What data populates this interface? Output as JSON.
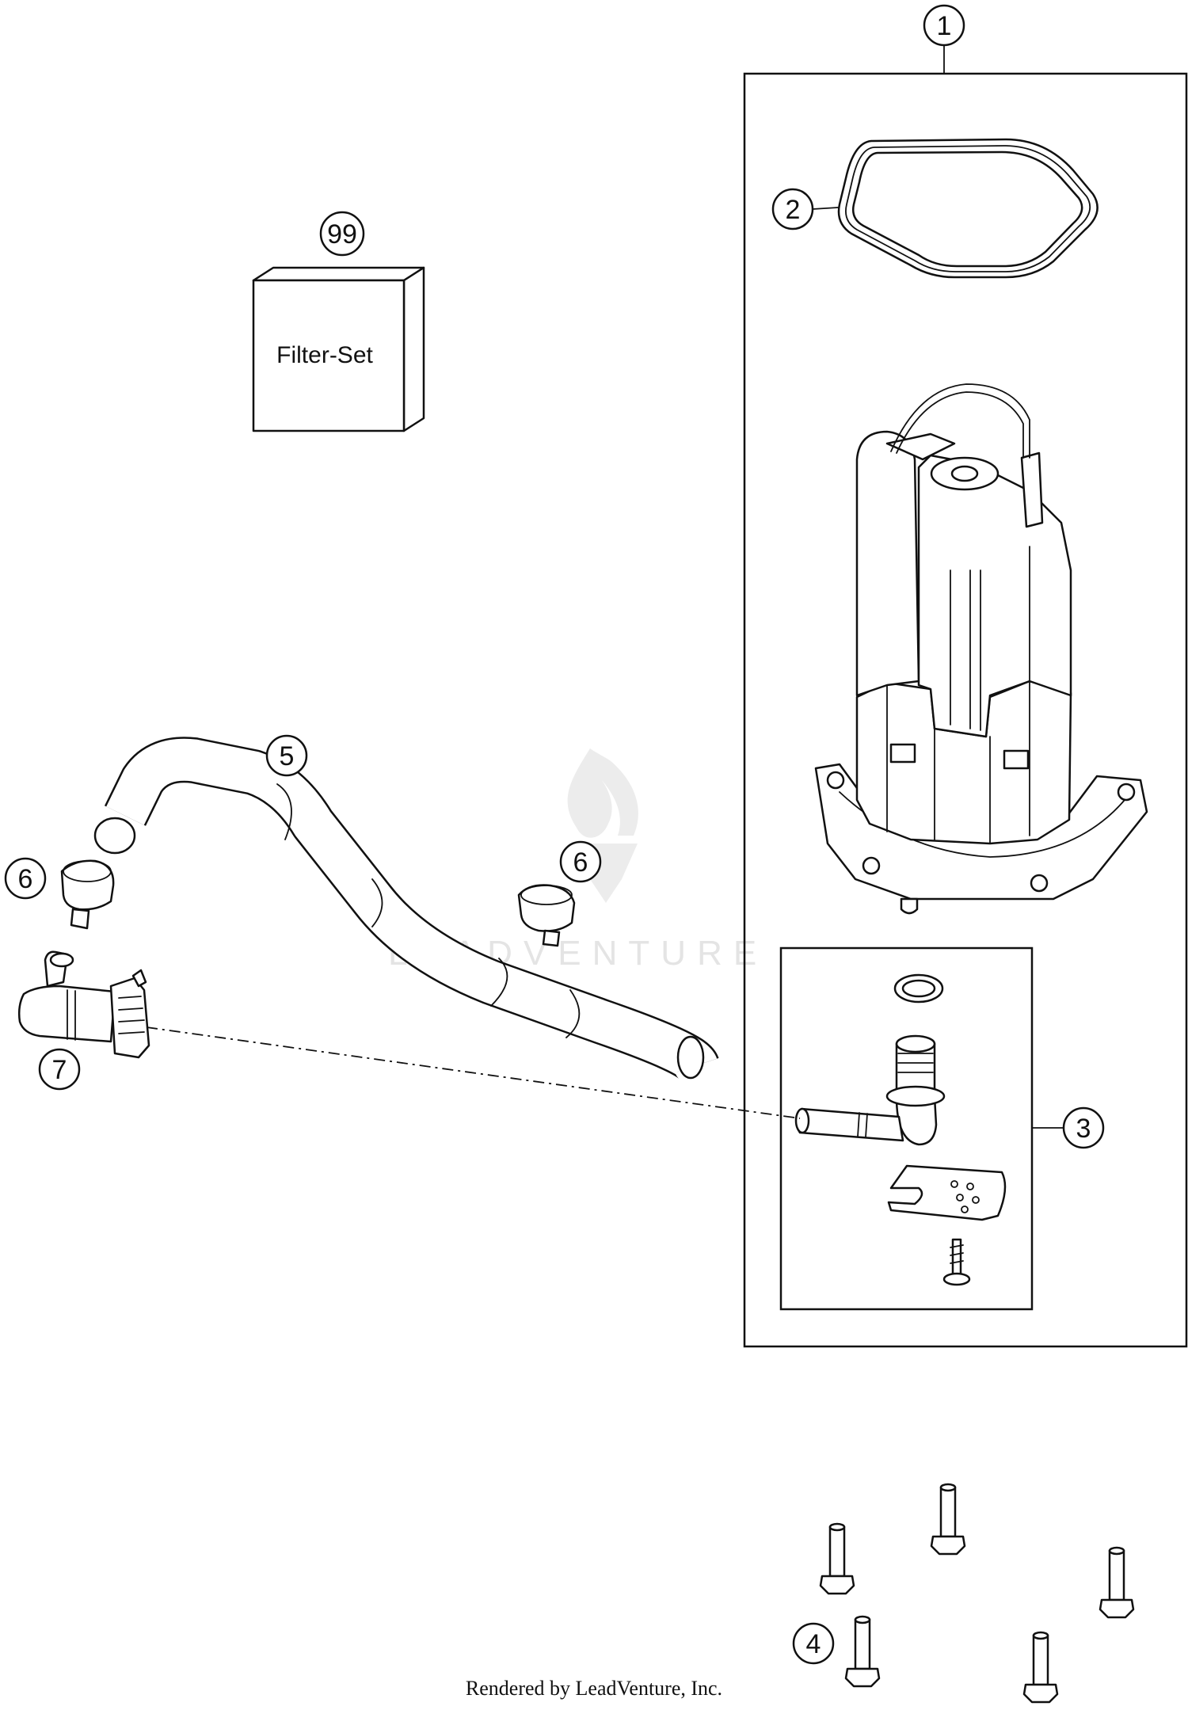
{
  "callouts": {
    "c1": "1",
    "c2": "2",
    "c3": "3",
    "c4": "4",
    "c5": "5",
    "c6a": "6",
    "c6b": "6",
    "c7": "7",
    "c99": "99"
  },
  "filter_box": {
    "label": "Filter-Set"
  },
  "watermark": {
    "text": "LEADVENTURE"
  },
  "footer": {
    "credit": "Rendered by LeadVenture, Inc."
  }
}
